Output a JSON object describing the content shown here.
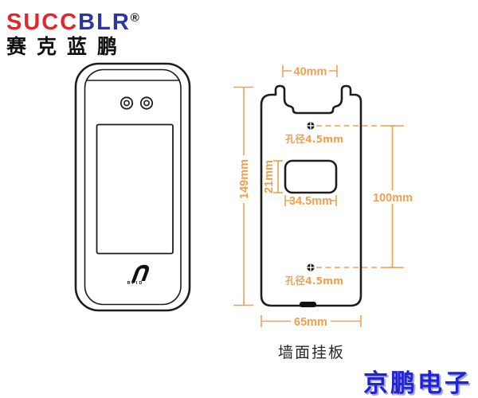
{
  "brand": {
    "logo_red_part": "SUCC",
    "logo_blue_part": "BLR",
    "reg_mark": "®",
    "logo_cn": "赛克蓝鹏"
  },
  "device": {
    "rfid_label": "RFID"
  },
  "plate": {
    "caption": "墙面挂板",
    "dimensions": {
      "hook_spacing": "40mm",
      "total_height": "149mm",
      "hole_spacing": "100mm",
      "cutout_height": "21mm",
      "cutout_width": "34.5mm",
      "bottom_width": "65mm",
      "top_hole": "孔径4.5mm",
      "bottom_hole": "孔径4.5mm"
    }
  },
  "watermark": {
    "text": "京鹏电子"
  },
  "colors": {
    "dimension_orange": "#F0A04F",
    "outline_black": "#1d1d1d",
    "logo_red": "#E2262B",
    "logo_blue": "#2D35A0",
    "watermark_blue": "#2323D6"
  }
}
